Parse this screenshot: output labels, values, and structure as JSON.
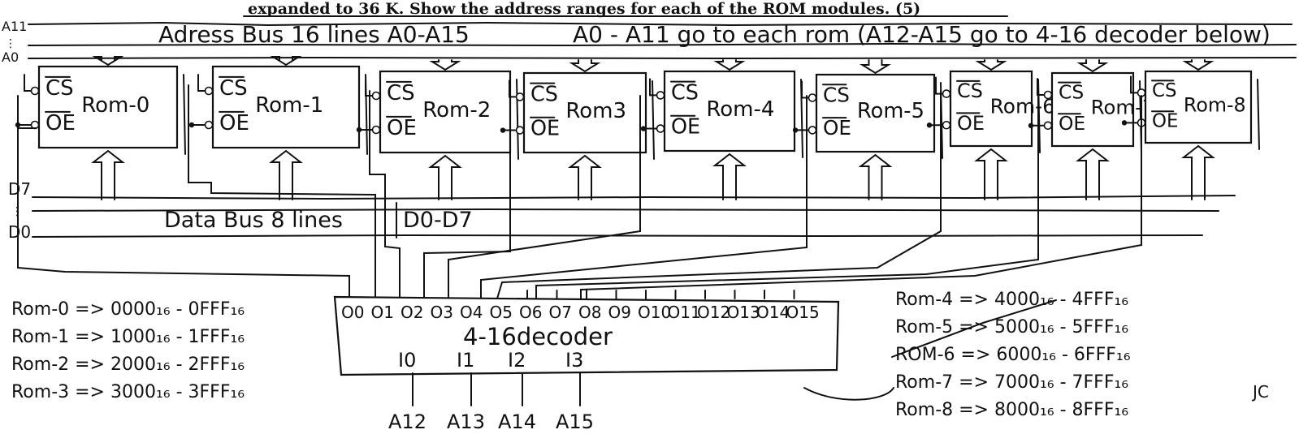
{
  "header_text": "expanded to 36 K. Show the address ranges for each of the ROM modules. (5)",
  "bus_labels": {
    "address_top": "A11",
    "address_dots": "⋮",
    "address_bottom": "A0",
    "address_bus_title": "Adress Bus 16 lines A0-A15",
    "address_note": "A0 - A11 go to each rom (A12-A15 go to 4-16 decoder below)",
    "data_top": "D7",
    "data_dots": "⋮",
    "data_bottom": "D0",
    "data_bus_title": "Data Bus 8 lines",
    "data_bus_range": "D0-D7"
  },
  "chip_pins": {
    "cs": "CS",
    "oe": "OE"
  },
  "roms": [
    {
      "label": "Rom-0"
    },
    {
      "label": "Rom-1"
    },
    {
      "label": "Rom-2"
    },
    {
      "label": "Rom3"
    },
    {
      "label": "Rom-4"
    },
    {
      "label": "Rom-5"
    },
    {
      "label": "Rom-6"
    },
    {
      "label": "Rom-7"
    },
    {
      "label": "Rom-8"
    }
  ],
  "decoder": {
    "title": "4-16decoder",
    "outputs": [
      "O0",
      "O1",
      "O2",
      "O3",
      "O4",
      "O5",
      "O6",
      "O7",
      "O8",
      "O9",
      "O10",
      "O11",
      "O12",
      "O13",
      "O14",
      "O15"
    ],
    "inputs": [
      "I0",
      "I1",
      "I2",
      "I3"
    ],
    "address_inputs": [
      "A12",
      "A13",
      "A14",
      "A15"
    ]
  },
  "address_ranges_left": [
    "Rom-0 => 0000₁₆ - 0FFF₁₆",
    "Rom-1 => 1000₁₆ - 1FFF₁₆",
    "Rom-2 => 2000₁₆ - 2FFF₁₆",
    "Rom-3 => 3000₁₆ - 3FFF₁₆"
  ],
  "address_ranges_right": [
    "Rom-4 => 4000₁₆ - 4FFF₁₆",
    "Rom-5 => 5000₁₆ - 5FFF₁₆",
    "ROM-6 => 6000₁₆ - 6FFF₁₆",
    "Rom-7 => 7000₁₆ - 7FFF₁₆",
    "Rom-8 => 8000₁₆ - 8FFF₁₆"
  ],
  "margin_mark": "JC"
}
